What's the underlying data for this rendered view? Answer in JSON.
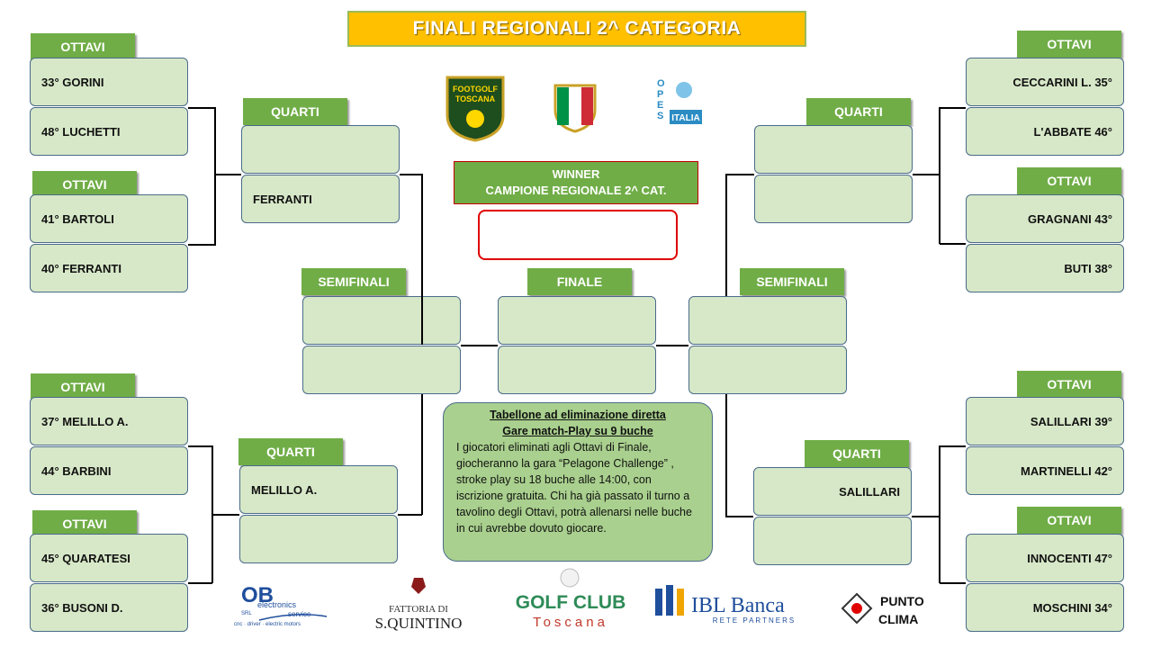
{
  "title": "FINALI REGIONALI 2^ CATEGORIA",
  "labels": {
    "ottavi": "OTTAVI",
    "quarti": "QUARTI",
    "semifinali": "SEMIFINALI",
    "finale": "FINALE"
  },
  "winner": {
    "line1": "WINNER",
    "line2": "CAMPIONE REGIONALE 2^ CAT."
  },
  "left": {
    "ottavi": [
      "33° GORINI",
      "48° LUCHETTI",
      "41° BARTOLI",
      "40° FERRANTI",
      "37° MELILLO A.",
      "44° BARBINI",
      "45° QUARATESI",
      "36° BUSONI D."
    ],
    "quarti": [
      "",
      "FERRANTI",
      "MELILLO A.",
      ""
    ]
  },
  "right": {
    "ottavi": [
      "CECCARINI L. 35°",
      "L'ABBATE 46°",
      "GRAGNANI 43°",
      "BUTI 38°",
      "SALILLARI 39°",
      "MARTINELLI 42°",
      "INNOCENTI 47°",
      "MOSCHINI 34°"
    ],
    "quarti": [
      "",
      "",
      "SALILLARI",
      ""
    ]
  },
  "note": {
    "heading1": "Tabellone ad eliminazione diretta",
    "heading2": "Gare match-Play su 9 buche",
    "body": "I giocatori eliminati agli Ottavi di Finale, giocheranno la gara “Pelagone Challenge” , stroke play su 18 buche alle 14:00, con iscrizione gratuita. Chi ha già passato il turno a tavolino degli Ottavi, potrà allenarsi nelle buche in cui avrebbe dovuto giocare."
  },
  "logos": {
    "footgolf_line1": "FOOTGOLF",
    "footgolf_line2": "TOSCANA",
    "opes": "OPES ITALIA",
    "ob_main": "OB",
    "ob_sub": "electronics",
    "ob_srl": "SRL",
    "ob_service": "service",
    "ob_lines": "cnc · driver · electric motors",
    "fattoria_line1": "FATTORIA DI",
    "fattoria_line2": "S.QUINTINO",
    "golf_main": "GOLF CLUB",
    "golf_sub": "Toscana",
    "ibl_main": "IBL Banca",
    "ibl_sub": "RETE PARTNERS",
    "punto_line1": "PUNTO",
    "punto_line2": "CLIMA"
  }
}
